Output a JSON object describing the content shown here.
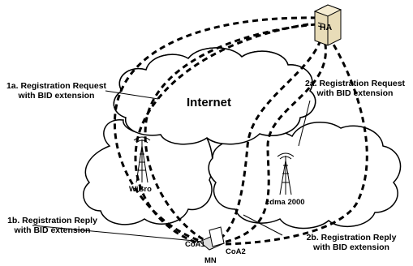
{
  "nodes": {
    "ha": "HA",
    "internet": "Internet",
    "wibro": "WiBro",
    "cdma": "cdma 2000",
    "mn": "MN",
    "coa1": "CoA1",
    "coa2": "CoA2"
  },
  "labels": {
    "l1a_line1": "1a. Registration Request",
    "l1a_line2": "with BID extension",
    "l2a_line1": "2a. Registration Request",
    "l2a_line2": "with BID extension",
    "l1b_line1": "1b. Registration Reply",
    "l1b_line2": "with BID extension",
    "l2b_line1": "2b. Registration Reply",
    "l2b_line2": "with BID extension"
  }
}
